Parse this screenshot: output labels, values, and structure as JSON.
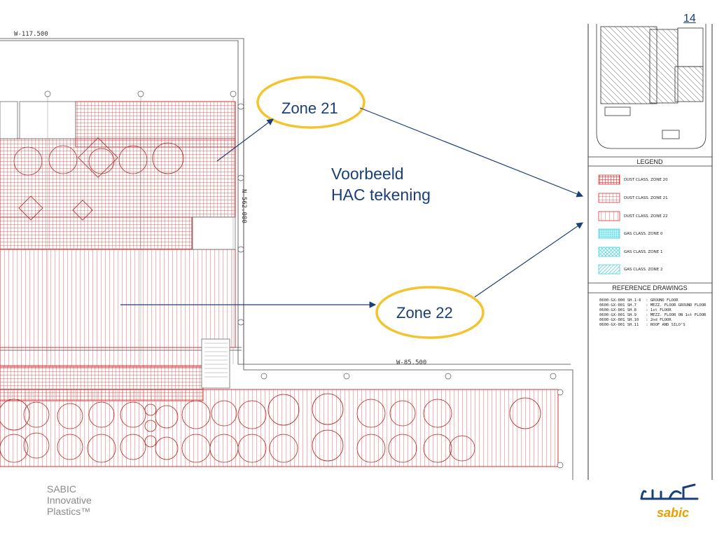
{
  "slide": {
    "page_number": "14",
    "title_lines": [
      "Voorbeeld",
      "HAC tekening"
    ],
    "callouts": {
      "zone21": "Zone 21",
      "zone22": "Zone 22"
    },
    "accent_colors": {
      "callout_ring": "#f4c430",
      "text_blue": "#1a3f78",
      "drawing_red": "#d93030",
      "gas_cyan": "#40d0e0"
    }
  },
  "drawing": {
    "dimension_top": "W-117.500",
    "dimension_mid": "W-85.500",
    "dimension_vertical": "N-562.000",
    "legend": {
      "title": "LEGEND",
      "items": [
        {
          "label": "DUST CLASS. ZONE 20",
          "pattern": "dust-20"
        },
        {
          "label": "DUST CLASS. ZONE 21",
          "pattern": "dust-21"
        },
        {
          "label": "DUST CLASS. ZONE 22",
          "pattern": "dust-22"
        },
        {
          "label": "GAS CLASS. ZONE 0",
          "pattern": "gas-0"
        },
        {
          "label": "GAS CLASS. ZONE 1",
          "pattern": "gas-1"
        },
        {
          "label": "GAS CLASS. ZONE 2",
          "pattern": "gas-2"
        }
      ]
    },
    "reference": {
      "title": "REFERENCE DRAWINGS",
      "lines": [
        "0600-GX-000 SH.1-6  : GROUND FLOOR",
        "0600-GX-001 SH.7    : MEZZ. FLOOR GROUND FLOOR",
        "0600-GX-001 SH.8    : 1st FLOOR",
        "0600-GX-001 SH.9    : MEZZ. FLOOR ON 1st FLOOR",
        "0600-GX-001 SH.10   : 2nd FLOOR",
        "0600-GX-001 SH.11   : ROOF AND SILO'S"
      ]
    }
  },
  "footer": {
    "left_logo_lines": [
      "SABIC",
      "Innovative",
      "Plastics™"
    ],
    "right_logo_latin": "sabic",
    "right_logo_arabic": "سابك"
  }
}
